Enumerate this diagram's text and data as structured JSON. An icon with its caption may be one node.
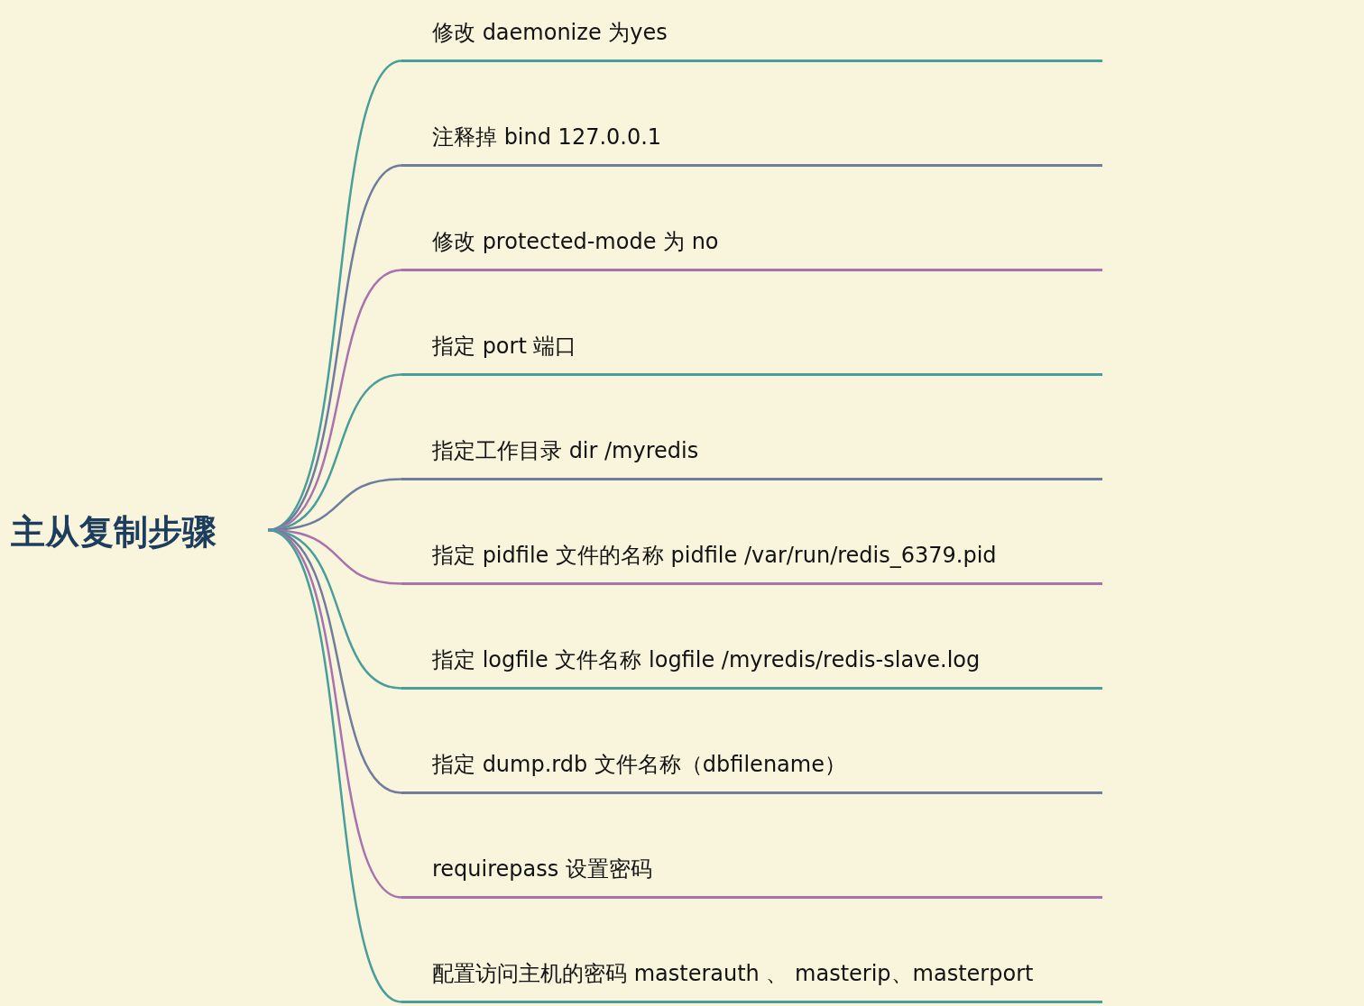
{
  "diagram": {
    "nodes": [
      {
        "text": [
          "主从复制步骤"
        ]
      },
      {
        "text": [
          "修改 daemonize 为yes"
        ]
      },
      {
        "text": [
          "注释掉 bind 127.0.0.1"
        ]
      },
      {
        "text": [
          "修改 protected-mode 为 no"
        ]
      },
      {
        "text": [
          "指定 port 端口"
        ]
      },
      {
        "text": [
          "指定工作目录  dir /myredis"
        ]
      },
      {
        "text": [
          "指定 pidfile 文件的名称 pidfile  /var/run/redis_6379.pid"
        ]
      },
      {
        "text": [
          "指定 logfile 文件名称 logfile /myredis/redis-slave.log"
        ]
      },
      {
        "text": [
          "指定 dump.rdb 文件名称（dbfilename）"
        ]
      },
      {
        "text": [
          "requirepass 设置密码"
        ]
      },
      {
        "text": [
          "配置访问主机的密码 masterauth 、 masterip、masterport"
        ]
      }
    ],
    "edges": [
      {
        "from": 0,
        "to": 1,
        "arrow": "none"
      },
      {
        "from": 0,
        "to": 2,
        "arrow": "none",
        "color": "#6f7d9c"
      },
      {
        "from": 0,
        "to": 3,
        "arrow": "none",
        "color": "#a873ad"
      },
      {
        "from": 0,
        "to": 4,
        "arrow": "none"
      },
      {
        "from": 0,
        "to": 5,
        "arrow": "none",
        "color": "#6f7d9c"
      },
      {
        "from": 0,
        "to": 6,
        "arrow": "none",
        "color": "#a873ad"
      },
      {
        "from": 0,
        "to": 7,
        "arrow": "none"
      },
      {
        "from": 0,
        "to": 8,
        "arrow": "none",
        "color": "#6f7d9c"
      },
      {
        "from": 0,
        "to": 9,
        "arrow": "none",
        "color": "#a873ad"
      },
      {
        "from": 0,
        "to": 10,
        "arrow": "none"
      }
    ]
  }
}
